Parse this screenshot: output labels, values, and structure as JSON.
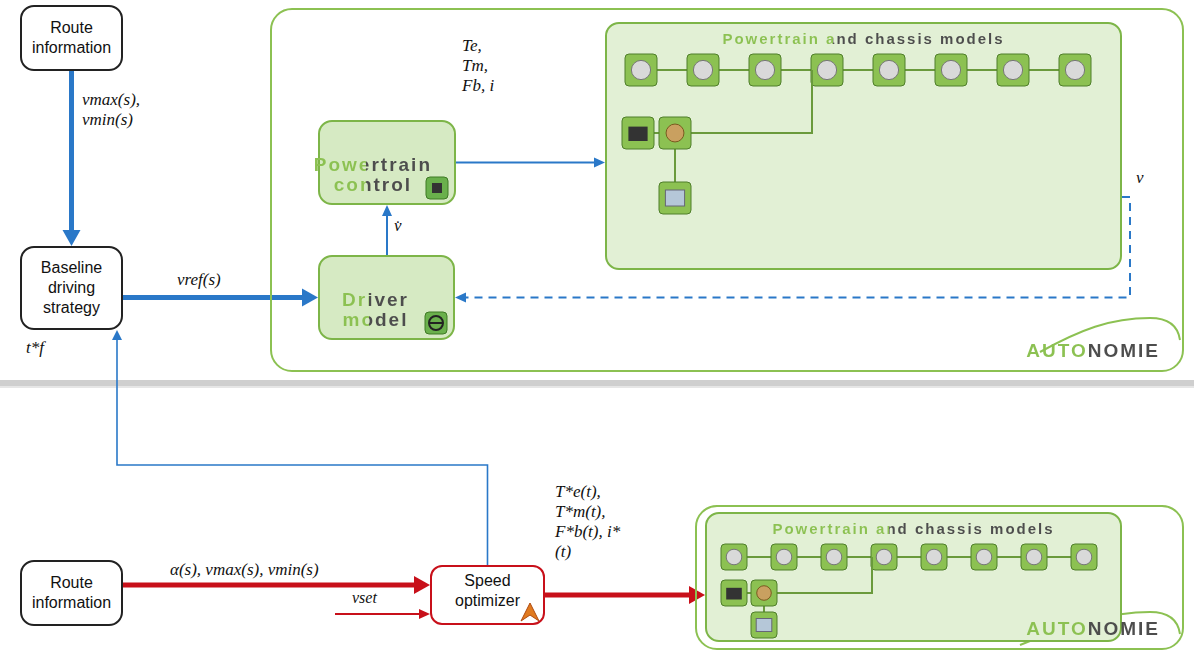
{
  "diagram": {
    "nodes": [
      {
        "text": [
          "Route information"
        ]
      },
      {
        "text": [
          "Baseline driving strategy"
        ]
      },
      {
        "text": [
          "AUTONOMIE"
        ]
      },
      {
        "text": [
          "Powertrain control"
        ],
        "in": 2
      },
      {
        "text": [
          "Driver model"
        ],
        "in": 2
      },
      {
        "text": [
          "Powertrain and chassis models"
        ],
        "in": 2
      },
      {
        "text": [
          "Route information"
        ]
      },
      {
        "text": [
          "Speed optimizer"
        ]
      },
      {
        "text": [
          "AUTONOMIE"
        ]
      },
      {
        "text": [
          "Powertrain and chassis models"
        ],
        "in": 8
      }
    ],
    "edges": [
      {
        "from": 0,
        "to": 1,
        "arrow": "to",
        "label": "vmax(s), vmin(s)"
      },
      {
        "from": 1,
        "to": 4,
        "arrow": "to",
        "label": "vref(s)"
      },
      {
        "from": 4,
        "to": 3,
        "arrow": "to",
        "label": "v̇"
      },
      {
        "from": 3,
        "to": 5,
        "arrow": "to",
        "label": "Te, Tm, Fb, i"
      },
      {
        "from": 5,
        "to": 4,
        "arrow": "to",
        "label": "v"
      },
      {
        "from": 7,
        "to": 1,
        "arrow": "to",
        "label": "t*f"
      },
      {
        "from": 6,
        "to": 7,
        "arrow": "to",
        "label": "α(s), vmax(s), vmin(s)"
      },
      {
        "from": 7,
        "to": 9,
        "arrow": "to",
        "label": "T*e(t), T*m(t), F*b(t), i*(t)"
      }
    ],
    "labels": [
      "vset"
    ]
  }
}
